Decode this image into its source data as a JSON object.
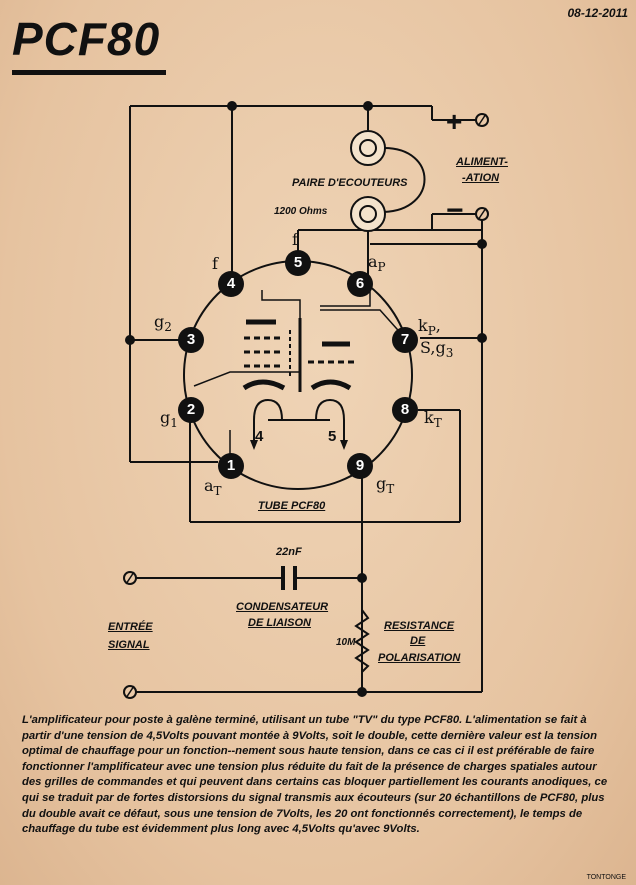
{
  "title": "PCF80",
  "date": "08-12-2011",
  "labels": {
    "alimentation_1": "ALIMENT-",
    "alimentation_2": "-ATION",
    "paire_ecouteurs": "PAIRE D'ECOUTEURS",
    "ohms": "1200 Ohms",
    "tube": "TUBE PCF80",
    "capacitance": "22nF",
    "condensateur_1": "CONDENSATEUR",
    "condensateur_2": "DE LIAISON",
    "entree_1": "ENTRÉE",
    "entree_2": "SIGNAL",
    "resistance_1": "RESISTANCE",
    "resistance_2": "DE",
    "resistance_3": "POLARISATION",
    "resistor_value": "10M",
    "plus": "+",
    "minus": "−"
  },
  "pins": [
    {
      "n": "1",
      "label": "a",
      "sub": "T"
    },
    {
      "n": "2",
      "label": "g",
      "sub": "1"
    },
    {
      "n": "3",
      "label": "g",
      "sub": "2"
    },
    {
      "n": "4",
      "label": "f",
      "sub": ""
    },
    {
      "n": "5",
      "label": "f",
      "sub": ""
    },
    {
      "n": "6",
      "label": "a",
      "sub": "P"
    },
    {
      "n": "7",
      "label": "k",
      "sub": "P",
      "label2": "S,g",
      "sub2": "3"
    },
    {
      "n": "8",
      "label": "k",
      "sub": "T"
    },
    {
      "n": "9",
      "label": "g",
      "sub": "T"
    }
  ],
  "filament_marks": {
    "left": "4",
    "right": "5"
  },
  "description": "L'amplificateur pour poste à galène terminé, utilisant un tube \"TV\" du type PCF80. L'alimentation se fait à partir d'une tension de 4,5Volts pouvant montée à 9Volts, soit le double, cette dernière valeur est la tension optimal de chauffage pour un fonction--nement sous haute tension, dans ce cas ci il est préférable de faire fonctionner l'amplificateur avec une tension plus réduite du fait de la présence de charges spatiales autour des grilles de commandes et qui peuvent dans certains cas bloquer partiellement les courants anodiques, ce qui se traduit par de fortes distorsions du signal transmis aux écouteurs (sur 20 échantillons de PCF80, plus du double avait ce défaut, sous une tension de 7Volts, les 20 ont fonctionnés correctement), le temps de chauffage du tube est évidemment plus long avec 4,5Volts qu'avec 9Volts.",
  "signature": "TONTONGE"
}
